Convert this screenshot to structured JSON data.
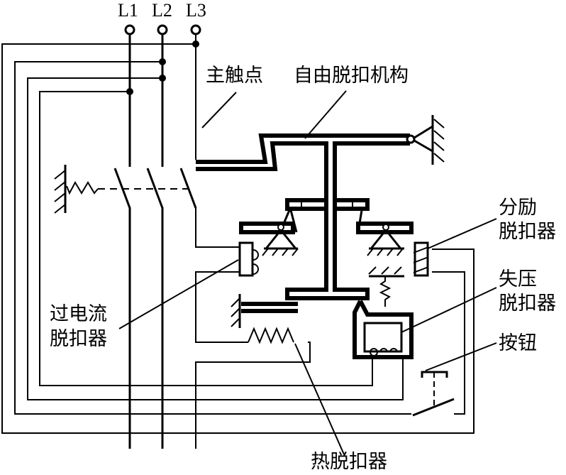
{
  "terminals": [
    "L1",
    "L2",
    "L3"
  ],
  "labels": {
    "main_contact": "主触点",
    "free_trip_mechanism": "自由脱扣机构",
    "shunt_release_line1": "分励",
    "shunt_release_line2": "脱扣器",
    "undervoltage_release_line1": "失压",
    "undervoltage_release_line2": "脱扣器",
    "push_button": "按钮",
    "overcurrent_release_line1": "过电流",
    "overcurrent_release_line2": "脱扣器",
    "thermal_release": "热脱扣器"
  }
}
